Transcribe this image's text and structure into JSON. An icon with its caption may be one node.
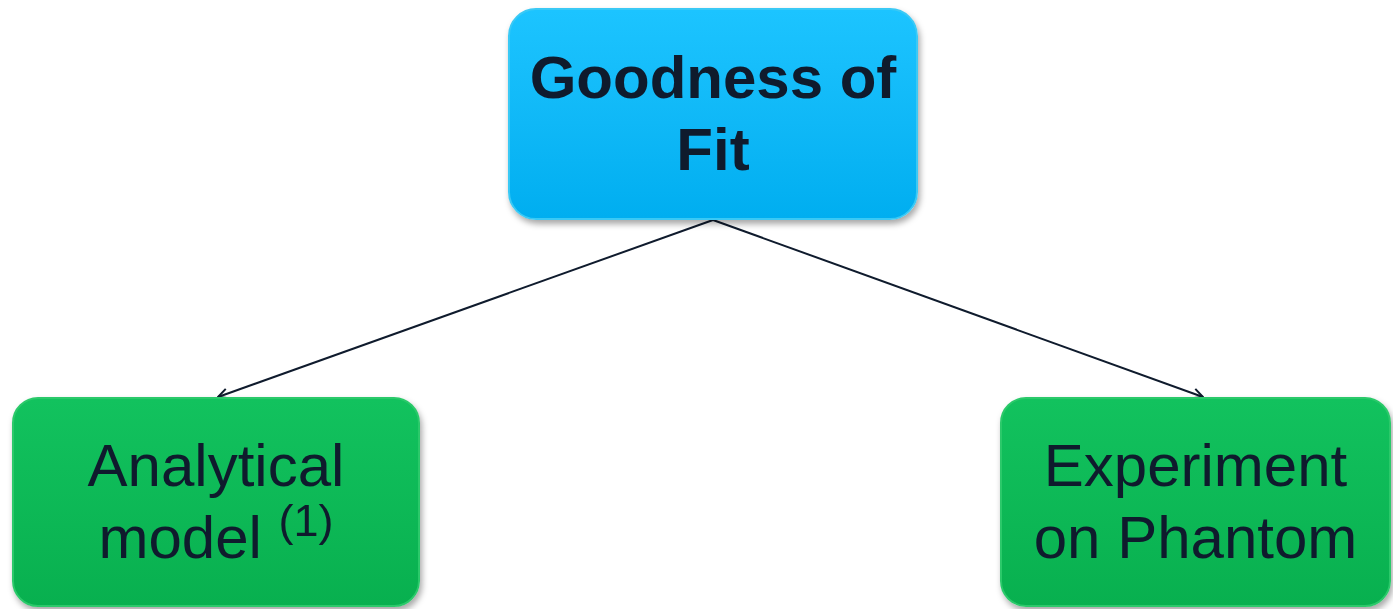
{
  "diagram": {
    "nodes": [
      {
        "text": [
          "Goodness of Fit"
        ]
      },
      {
        "text": [
          "Analytical model $^{(1)}$"
        ]
      },
      {
        "text": [
          "Experiment on Phantom"
        ]
      }
    ],
    "edges": [
      {
        "from": 0,
        "to": 1,
        "arrow": "to"
      },
      {
        "from": 0,
        "to": 2,
        "arrow": "to"
      }
    ]
  }
}
